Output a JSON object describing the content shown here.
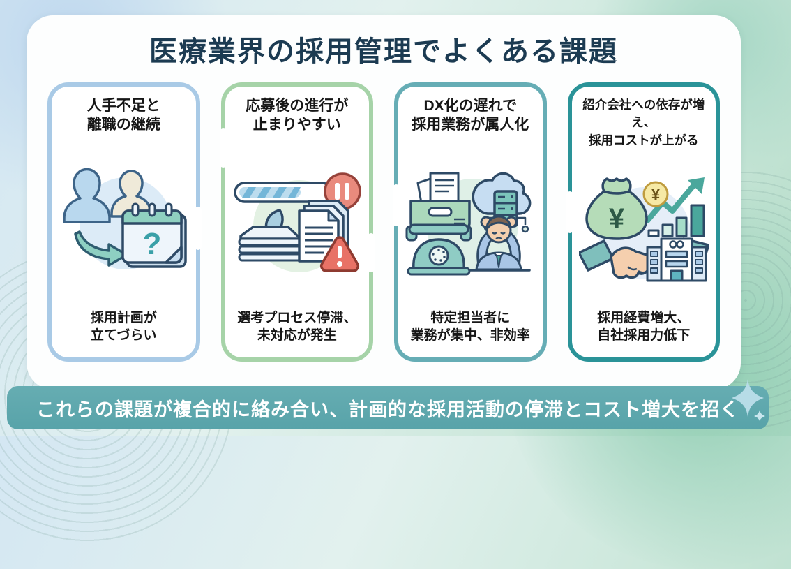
{
  "title": "医療業界の採用管理でよくある課題",
  "colors": {
    "title_text": "#1c3b52",
    "card_text": "#161616",
    "banner_background": "#5ca7ac",
    "banner_text": "#ffffff",
    "background_gradient": [
      "#d4e7f3",
      "#b4dcc8"
    ]
  },
  "cards": [
    {
      "title_line1": "人手不足と",
      "title_line2": "離職の継続",
      "caption_line1": "採用計画が",
      "caption_line2": "立てづらい",
      "border_color": "#a9cae6",
      "icon_bg_color": "#dcebf7",
      "icons": [
        "person-group-icon",
        "curved-arrow-icon",
        "calendar-question-icon"
      ]
    },
    {
      "title_line1": "応募後の進行が",
      "title_line2": "止まりやすい",
      "caption_line1": "選考プロセス停滞、",
      "caption_line2": "未対応が発生",
      "border_color": "#a6d3a8",
      "icon_bg_color": "#e3f1e3",
      "icons": [
        "progress-bar-icon",
        "pause-icon",
        "paper-stack-icon",
        "document-warning-icon"
      ]
    },
    {
      "title_line1": "DX化の遅れで",
      "title_line2": "採用業務が属人化",
      "caption_line1": "特定担当者に",
      "caption_line2": "業務が集中、非効率",
      "border_color": "#66adb5",
      "icon_bg_color": "#dff0e7",
      "icons": [
        "file-box-icon",
        "cloud-server-icon",
        "rotary-phone-icon",
        "stressed-person-icon"
      ]
    },
    {
      "title_line1": "紹介会社への依存が増え、",
      "title_line2": "採用コストが上がる",
      "caption_line1": "採用経費増大、",
      "caption_line2": "自社採用力低下",
      "border_color": "#2a9398",
      "icon_bg_color": "#e5eef8",
      "icons": [
        "money-bag-icon",
        "handshake-icon",
        "growth-chart-icon",
        "yen-coin-icon",
        "hospital-building-icon"
      ]
    }
  ],
  "banner": {
    "text": "これらの課題が複合的に絡み合い、計画的な採用活動の停滞とコスト増大を招く",
    "sparkle_icon": "sparkle-icon"
  }
}
